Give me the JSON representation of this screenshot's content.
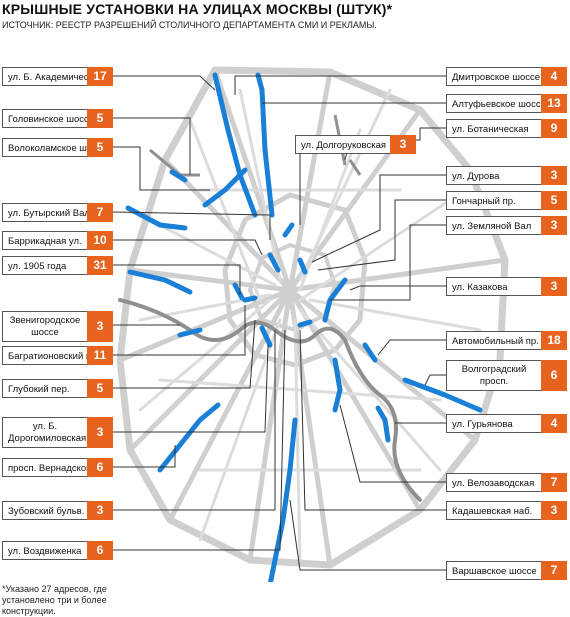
{
  "title": "КРЫШНЫЕ УСТАНОВКИ НА УЛИЦАХ МОСКВЫ (ШТУК)*",
  "source": "ИСТОЧНИК: РЕЕСТР РАЗРЕШЕНИЙ СТОЛИЧНОГО ДЕПАРТАМЕНТА СМИ И РЕКЛАМЫ.",
  "footnote": "*Указано 27 адресов, где установлено три и более конструкции.",
  "colors": {
    "accent": "#e8631e",
    "road_highlight": "#1a7fd6",
    "road_base": "#c9c9c9",
    "river": "#8f8f8f"
  },
  "chart_data": {
    "type": "table",
    "title": "КРЫШНЫЕ УСТАНОВКИ НА УЛИЦАХ МОСКВЫ (ШТУК)*",
    "categories": [
      "ул. Б. Академическая",
      "Головинское шоссе",
      "Волоколамское шоссе",
      "ул. Бутырский Вал",
      "Баррикадная ул.",
      "ул. 1905 года",
      "Звенигородское шоссе",
      "Багратионовский пр.",
      "Глубокий пер.",
      "ул. Б. Дорогомиловская",
      "просп. Вернадского",
      "Зубовский бульв.",
      "ул. Воздвиженка",
      "Дмитровское шоссе",
      "Алтуфьевское шоссе",
      "ул. Ботаническая",
      "ул. Долгоруковская",
      "ул. Дурова",
      "Гончарный пр.",
      "ул. Земляной Вал",
      "ул. Казакова",
      "Автомобильный пр.",
      "Волгоградский просп.",
      "ул. Гурьянова",
      "ул. Велозаводская",
      "Кадашевская наб.",
      "Варшавское шоссе"
    ],
    "values": [
      17,
      5,
      5,
      7,
      10,
      31,
      3,
      11,
      5,
      3,
      6,
      3,
      6,
      4,
      13,
      9,
      3,
      3,
      5,
      3,
      3,
      18,
      6,
      4,
      7,
      3,
      7
    ],
    "items": [
      {
        "label": "ул. Б. Академическая",
        "value": 17,
        "side": "left"
      },
      {
        "label": "Головинское шоссе",
        "value": 5,
        "side": "left"
      },
      {
        "label": "Волоколамское шоссе",
        "value": 5,
        "side": "left"
      },
      {
        "label": "ул. Бутырский Вал",
        "value": 7,
        "side": "left"
      },
      {
        "label": "Баррикадная ул.",
        "value": 10,
        "side": "left"
      },
      {
        "label": "ул. 1905 года",
        "value": 31,
        "side": "left"
      },
      {
        "label": "Звенигородское шоссе",
        "value": 3,
        "side": "left"
      },
      {
        "label": "Багратионовский пр.",
        "value": 11,
        "side": "left"
      },
      {
        "label": "Глубокий пер.",
        "value": 5,
        "side": "left"
      },
      {
        "label": "ул. Б. Дорогомиловская",
        "value": 3,
        "side": "left"
      },
      {
        "label": "просп. Вернадского",
        "value": 6,
        "side": "left"
      },
      {
        "label": "Зубовский бульв.",
        "value": 3,
        "side": "left"
      },
      {
        "label": "ул. Воздвиженка",
        "value": 6,
        "side": "left"
      },
      {
        "label": "Дмитровское шоссе",
        "value": 4,
        "side": "right"
      },
      {
        "label": "Алтуфьевское шоссе",
        "value": 13,
        "side": "right"
      },
      {
        "label": "ул. Ботаническая",
        "value": 9,
        "side": "right"
      },
      {
        "label": "ул. Долгоруковская",
        "value": 3,
        "side": "right"
      },
      {
        "label": "ул. Дурова",
        "value": 3,
        "side": "right"
      },
      {
        "label": "Гончарный пр.",
        "value": 5,
        "side": "right"
      },
      {
        "label": "ул. Земляной Вал",
        "value": 3,
        "side": "right"
      },
      {
        "label": "ул. Казакова",
        "value": 3,
        "side": "right"
      },
      {
        "label": "Автомобильный пр.",
        "value": 18,
        "side": "right"
      },
      {
        "label": "Волгоградский просп.",
        "value": 6,
        "side": "right"
      },
      {
        "label": "ул. Гурьянова",
        "value": 4,
        "side": "right"
      },
      {
        "label": "ул. Велозаводская",
        "value": 7,
        "side": "right"
      },
      {
        "label": "Кадашевская наб.",
        "value": 3,
        "side": "right"
      },
      {
        "label": "Варшавское шоссе",
        "value": 7,
        "side": "right"
      }
    ]
  }
}
